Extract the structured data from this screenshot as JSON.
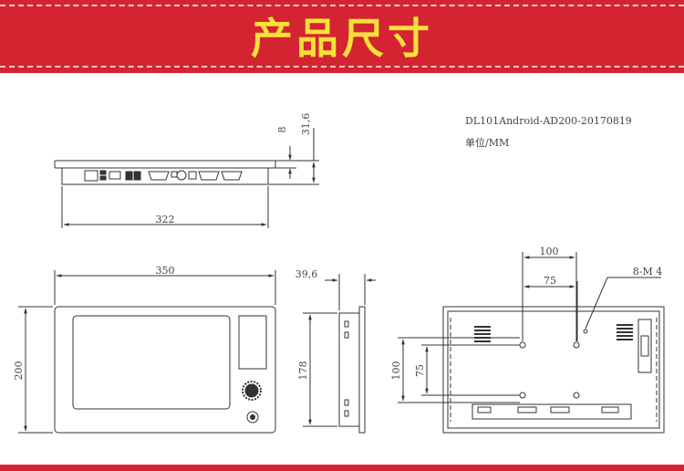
{
  "header": {
    "title": "产品尺寸",
    "background_color": "#d42432",
    "title_color": "#f7e13a"
  },
  "drawing": {
    "model_code": "DL101Android-AD200-20170819",
    "unit_note": "单位/MM",
    "dimensions": {
      "side_bottom_width": "322",
      "side_height_small": "8",
      "side_height_total": "31,6",
      "front_width": "350",
      "front_height": "200",
      "depth": "39,6",
      "side_height": "178",
      "hole_spacing_h_outer": "100",
      "hole_spacing_h_inner": "75",
      "hole_spacing_v_outer": "100",
      "hole_spacing_v_inner": "75",
      "screw_note": "8-M 4"
    }
  }
}
